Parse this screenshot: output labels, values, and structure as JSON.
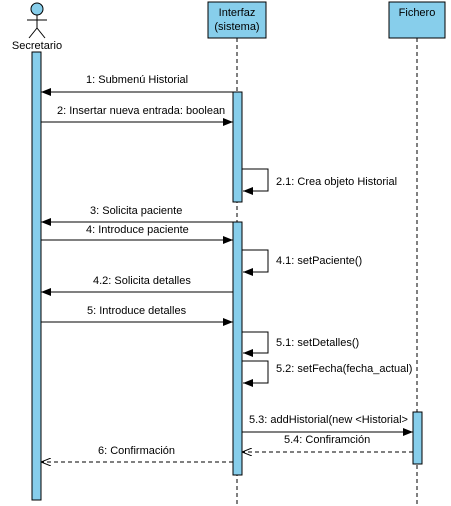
{
  "colors": {
    "lifeline_fill": "#87CEEB",
    "activation_fill": "#87CEEB",
    "line": "#000000",
    "background": "#ffffff"
  },
  "actor": {
    "name": "Secretario",
    "icon": "stick-figure-actor-icon"
  },
  "participants": [
    {
      "id": "interfaz",
      "label_line1": "Interfaz",
      "label_line2": "(sistema)"
    },
    {
      "id": "fichero",
      "label_line1": "Fichero",
      "label_line2": ""
    }
  ],
  "messages": [
    {
      "id": "m1",
      "label": "1: Submenú Historial",
      "from": "interfaz",
      "to": "actor",
      "kind": "sync"
    },
    {
      "id": "m2",
      "label": "2: Insertar nueva entrada: boolean",
      "from": "actor",
      "to": "interfaz",
      "kind": "sync"
    },
    {
      "id": "m21",
      "label": "2.1: Crea objeto Historial",
      "from": "interfaz",
      "to": "interfaz",
      "kind": "self"
    },
    {
      "id": "m3",
      "label": "3: Solicita paciente",
      "from": "interfaz",
      "to": "actor",
      "kind": "sync"
    },
    {
      "id": "m4",
      "label": "4: Introduce paciente",
      "from": "actor",
      "to": "interfaz",
      "kind": "sync"
    },
    {
      "id": "m41",
      "label": "4.1: setPaciente()",
      "from": "interfaz",
      "to": "interfaz",
      "kind": "self"
    },
    {
      "id": "m42",
      "label": "4.2: Solicita detalles",
      "from": "interfaz",
      "to": "actor",
      "kind": "sync"
    },
    {
      "id": "m5",
      "label": "5: Introduce detalles",
      "from": "actor",
      "to": "interfaz",
      "kind": "sync"
    },
    {
      "id": "m51",
      "label": "5.1: setDetalles()",
      "from": "interfaz",
      "to": "interfaz",
      "kind": "self"
    },
    {
      "id": "m52",
      "label": "5.2: setFecha(fecha_actual)",
      "from": "interfaz",
      "to": "interfaz",
      "kind": "self"
    },
    {
      "id": "m53",
      "label": "5.3: addHistorial(new <Historial>",
      "from": "interfaz",
      "to": "fichero",
      "kind": "sync"
    },
    {
      "id": "m54",
      "label": "5.4: Confiramción",
      "from": "fichero",
      "to": "interfaz",
      "kind": "return"
    },
    {
      "id": "m6",
      "label": "6: Confirmación",
      "from": "interfaz",
      "to": "actor",
      "kind": "return"
    }
  ]
}
